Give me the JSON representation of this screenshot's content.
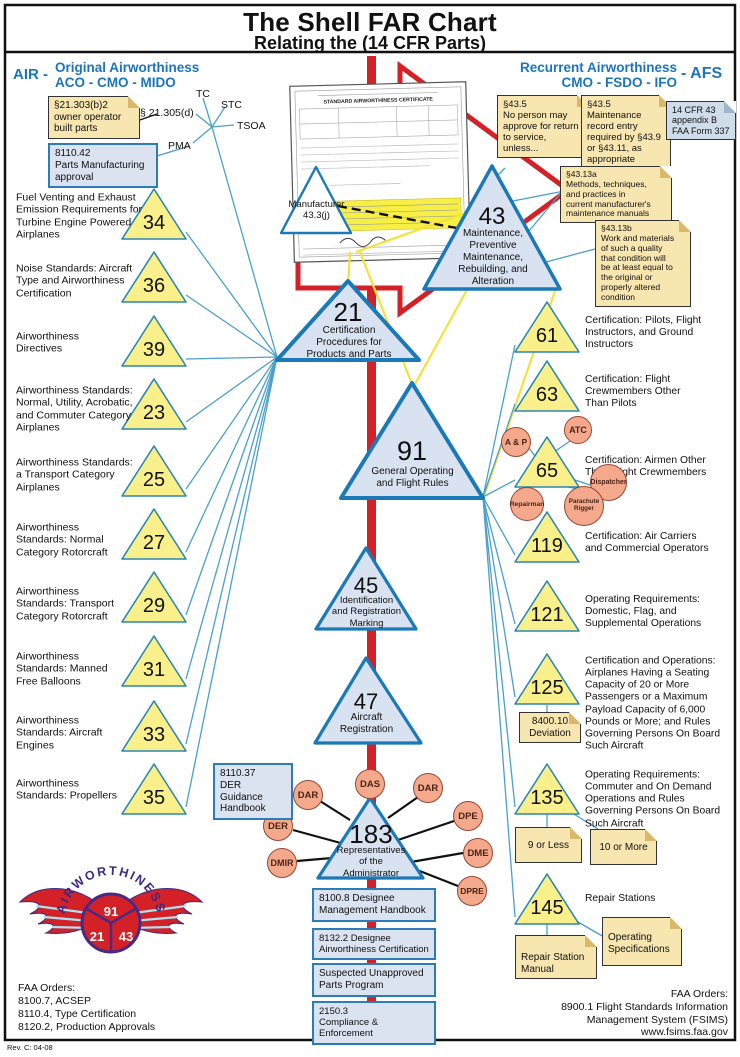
{
  "title": {
    "line1": "The Shell FAR Chart",
    "line2": "Relating the (14 CFR Parts)"
  },
  "headers": {
    "left_prefix": "AIR -",
    "left_line1": "Original Airworthiness",
    "left_line2": "ACO - CMO - MIDO",
    "right_line1": "Recurrent Airworthiness",
    "right_line2": "CMO - FSDO - IFO",
    "right_suffix": "- AFS"
  },
  "top_left": {
    "note_owner_builder": "§21.303(b)2\nowner operator\nbuilt parts",
    "label_21305d": "§ 21.305(d)",
    "tc": "TC",
    "stc": "STC",
    "tsoa": "TSOA",
    "pma": "PMA",
    "box_8110_42": "8110.42\nParts Manufacturing\napproval"
  },
  "top_right": {
    "note_435_approve": "§43.5\nNo person may\napprove for return\nto service, unless...",
    "note_435_record": "§43.5\nMaintenance\nrecord entry\nrequired by §43.9\nor §43.11, as\nappropriate",
    "note_14cfr43": "14 CFR 43\nappendix B\nFAA Form 337",
    "note_4313a": "§43.13a\nMethods, techniques,\nand practices in\ncurrent manufacturer's\nmaintenance manuals",
    "note_4313b": "§43.13b\nWork and materials\nof such a quality\nthat condition will\nbe at least equal to\nthe original or\nproperly altered\ncondition"
  },
  "certificate": {
    "title": "STANDARD AIRWORTHINESS CERTIFICATE"
  },
  "manufacturer_triangle": {
    "label": "Manufacturer\n43.3(j)"
  },
  "center": {
    "p21": {
      "num": "21",
      "label": "Certification\nProcedures for\nProducts and Parts"
    },
    "p43": {
      "num": "43",
      "label": "Maintenance,\nPreventive\nMaintenance,\nRebuilding, and\nAlteration"
    },
    "p91": {
      "num": "91",
      "label": "General Operating\nand Flight Rules"
    },
    "p45": {
      "num": "45",
      "label": "Identification\nand Registration\nMarking"
    },
    "p47": {
      "num": "47",
      "label": "Aircraft\nRegistration"
    },
    "p183": {
      "num": "183",
      "label": "Representatives\nof the\nAdministrator"
    }
  },
  "left_parts": [
    {
      "num": "34",
      "label": "Fuel Venting and Exhaust\nEmission Requirements for\nTurbine Engine Powered\nAirplanes"
    },
    {
      "num": "36",
      "label": "Noise Standards: Aircraft\nType and Airworthiness\nCertification"
    },
    {
      "num": "39",
      "label": "Airworthiness\nDirectives"
    },
    {
      "num": "23",
      "label": "Airworthiness Standards:\nNormal, Utility, Acrobatic,\nand Commuter Category\nAirplanes"
    },
    {
      "num": "25",
      "label": "Airworthiness Standards:\na Transport Category\nAirplanes"
    },
    {
      "num": "27",
      "label": "Airworthiness\nStandards: Normal\nCategory Rotorcraft"
    },
    {
      "num": "29",
      "label": "Airworthiness\nStandards: Transport\nCategory Rotorcraft"
    },
    {
      "num": "31",
      "label": "Airworthiness\nStandards: Manned\nFree Balloons"
    },
    {
      "num": "33",
      "label": "Airworthiness\nStandards: Aircraft\nEngines"
    },
    {
      "num": "35",
      "label": "Airworthiness\nStandards: Propellers"
    }
  ],
  "right_parts": [
    {
      "num": "61",
      "label": "Certification: Pilots, Flight\nInstructors, and Ground\nInstructors"
    },
    {
      "num": "63",
      "label": "Certification: Flight\nCrewmembers Other\nThan Pilots"
    },
    {
      "num": "65",
      "label": "Certification: Airmen Other\nThan Flight Crewmembers"
    },
    {
      "num": "119",
      "label": "Certification: Air Carriers\nand Commercial Operators"
    },
    {
      "num": "121",
      "label": "Operating Requirements:\nDomestic, Flag, and\nSupplemental Operations"
    },
    {
      "num": "125",
      "label": "Certification and Operations:\nAirplanes Having a Seating\nCapacity of 20 or More\nPassengers or a Maximum\nPayload Capacity of 6,000\nPounds or More; and Rules\nGoverning Persons On Board\nSuch Aircraft"
    },
    {
      "num": "135",
      "label": "Operating Requirements:\nCommuter and On Demand\nOperations and Rules\nGoverning Persons On Board\nSuch Aircraft"
    },
    {
      "num": "145",
      "label": "Repair Stations"
    }
  ],
  "airmen": [
    "ATC",
    "A & P",
    "Dispatcher",
    "Repairman",
    "Parachute Rigger"
  ],
  "designees": [
    "DAS",
    "DAR",
    "DAR",
    "DPE",
    "DME",
    "DPRE",
    "DER",
    "DMIR"
  ],
  "boxes": {
    "der_handbook": "8110.37\nDER Guidance\nHandbook",
    "designee_mgmt": "8100.8 Designee\nManagement Handbook",
    "designee_air_cert": "8132.2 Designee\nAirworthiness Certification",
    "sup_program": "Suspected Unapproved\nParts Program",
    "compliance": "2150.3\nCompliance & Enforcement"
  },
  "side_notes": {
    "deviation": "8400.10\nDeviation",
    "nine_or_less": "9 or Less",
    "ten_or_more": "10 or More",
    "repair_station_manual": "Repair Station\nManual",
    "operating_specs": "Operating\nSpecifications"
  },
  "logo": {
    "arc_text": "AIRWORTHINESS",
    "seg_top": "91",
    "seg_left": "21",
    "seg_right": "43"
  },
  "footer_left": "FAA Orders:\n8100.7, ACSEP\n8110.4, Type Certification\n8120.2, Production Approvals",
  "footer_right": "FAA Orders:\n8900.1 Flight Standards Information\nManagement System (FSIMS)\nwww.fsims.faa.gov",
  "rev": "Rev. C: 04-08",
  "colors": {
    "red": "#d42027",
    "big_triangle_border": "#1b79b7",
    "big_triangle_fill": "#d9e2f1",
    "small_triangle_fill": "#f9f08c",
    "small_triangle_border": "#2e86b5",
    "note_tan": "#f8e6b0",
    "box_blue": "#dbe3f1",
    "circle_salmon": "#f4a98c",
    "header_blue": "#1c75bb",
    "line_blue": "#4aa0c8",
    "line_yellow": "#f3e23a",
    "logo_purple": "#3b2a86"
  }
}
